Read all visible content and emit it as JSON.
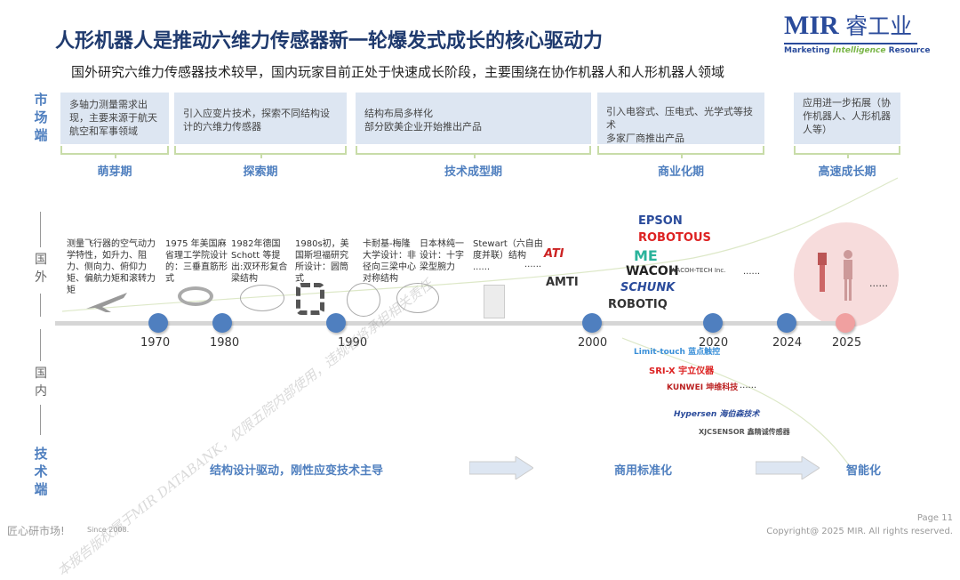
{
  "title": "人形机器人是推动六维力传感器新一轮爆发式成长的核心驱动力",
  "subtitle": "国外研究六维力传感器技术较早，国内玩家目前正处于快速成长阶段，主要围绕在协作机器人和人形机器人领域",
  "logo": {
    "mir": "MIR",
    "cn": "睿工业",
    "tagline_1": "Marketing ",
    "tagline_2": "Intelligence",
    "tagline_3": " Resource"
  },
  "side_labels": {
    "market": "市场端",
    "foreign": "国外",
    "domestic": "国内",
    "tech": "技术端"
  },
  "phases": [
    {
      "desc": "多轴力测量需求出现，主要来源于航天航空和军事领域",
      "label": "萌芽期"
    },
    {
      "desc": "引入应变片技术，探索不同结构设计的六维力传感器",
      "label": "探索期"
    },
    {
      "desc": "结构布局多样化\n部分欧美企业开始推出产品",
      "label": "技术成型期"
    },
    {
      "desc": "引入电容式、压电式、光学式等技术\n多家厂商推出产品",
      "label": "商业化期"
    },
    {
      "desc": "应用进一步拓展（协作机器人、人形机器人等）",
      "label": "高速成长期"
    }
  ],
  "years": [
    "1970",
    "1980",
    "1990",
    "2000",
    "2020",
    "2024",
    "2025"
  ],
  "foreign_milestones": [
    "测量飞行器的空气动力学特性，如升力、阻力、侧向力、俯仰力矩、偏航力矩和滚转力矩",
    "1975 年美国麻省理工学院设计的：三垂直筋形式",
    "1982年德国Schott 等提出:双环形复合梁结构",
    "1980s初，美国斯坦福研究所设计：圆筒式",
    "卡耐基-梅隆大学设计：非径向三梁中心对称结构",
    "日本林纯一设计：十字梁型腕力",
    "Stewart（六自由度并联）结构 ......"
  ],
  "foreign_brands": [
    "ATI",
    "AMTI",
    "EPSON",
    "ROBOTOUS",
    "ME",
    "WACOH",
    "WACOH-TECH Inc.",
    "SCHUNK",
    "ROBOTIQ"
  ],
  "domestic_brands": [
    "Limit-touch 蓝点触控",
    "SRI-X 宇立仪器",
    "KUNWEI 坤维科技",
    "Hypersen 海伯森技术",
    "XJCSENSOR 鑫精诚传感器"
  ],
  "ellipsis": "......",
  "tech": {
    "stage1": "结构设计驱动，刚性应变技术主导",
    "stage2": "商用标准化",
    "stage3": "智能化"
  },
  "footer": {
    "slogan": "匠心研市场!",
    "since": "Since 2008.",
    "page": "Page 11",
    "copyright": "Copyright@ 2025 MIR. All rights reserved."
  },
  "watermark": "本报告版权属于MIR DATABANK，仅限五院内部使用，违规者将承担相关责任",
  "colors": {
    "accent": "#4f7fbf",
    "title": "#1f3a6e",
    "box": "#dde6f2",
    "bracket": "#c8dca8",
    "highlight": "#f7dcdc"
  }
}
